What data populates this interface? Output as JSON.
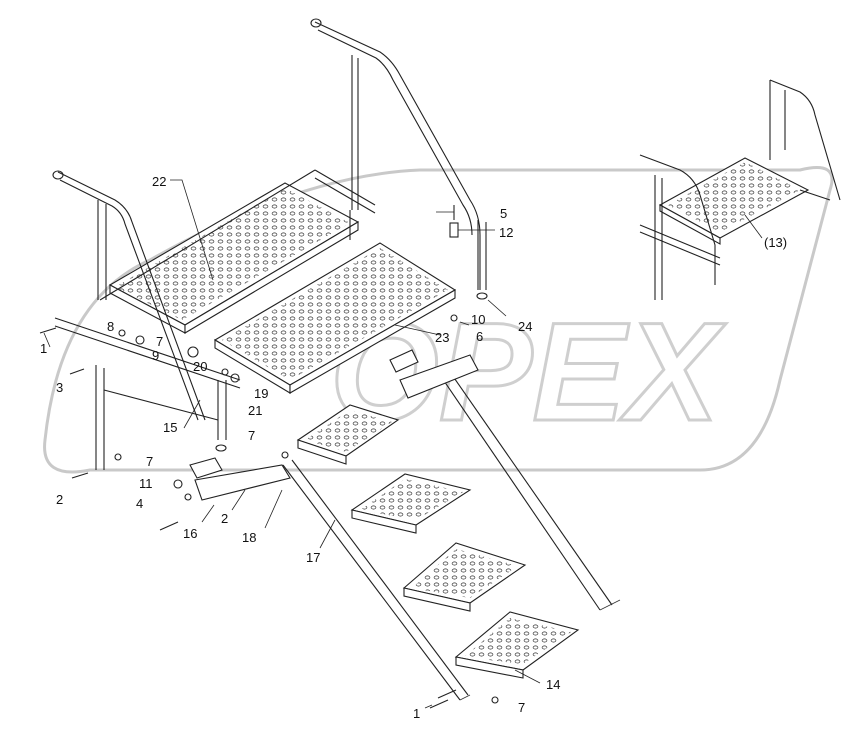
{
  "diagram": {
    "callouts": [
      {
        "id": "c1a",
        "label": "1"
      },
      {
        "id": "c1b",
        "label": "1"
      },
      {
        "id": "c2a",
        "label": "2"
      },
      {
        "id": "c2b",
        "label": "2"
      },
      {
        "id": "c3",
        "label": "3"
      },
      {
        "id": "c4",
        "label": "4"
      },
      {
        "id": "c5",
        "label": "5"
      },
      {
        "id": "c6",
        "label": "6"
      },
      {
        "id": "c7a",
        "label": "7"
      },
      {
        "id": "c7b",
        "label": "7"
      },
      {
        "id": "c7c",
        "label": "7"
      },
      {
        "id": "c7d",
        "label": "7"
      },
      {
        "id": "c8",
        "label": "8"
      },
      {
        "id": "c9",
        "label": "9"
      },
      {
        "id": "c10",
        "label": "10"
      },
      {
        "id": "c11",
        "label": "11"
      },
      {
        "id": "c12",
        "label": "12"
      },
      {
        "id": "c13",
        "label": "(13)"
      },
      {
        "id": "c14",
        "label": "14"
      },
      {
        "id": "c15",
        "label": "15"
      },
      {
        "id": "c16",
        "label": "16"
      },
      {
        "id": "c17",
        "label": "17"
      },
      {
        "id": "c18",
        "label": "18"
      },
      {
        "id": "c19",
        "label": "19"
      },
      {
        "id": "c20",
        "label": "20"
      },
      {
        "id": "c21",
        "label": "21"
      },
      {
        "id": "c22",
        "label": "22"
      },
      {
        "id": "c23",
        "label": "23"
      },
      {
        "id": "c24",
        "label": "24"
      }
    ],
    "watermark": "OPEX",
    "colors": {
      "line": "#222222",
      "watermark": "#c9c9c9",
      "background": "#ffffff"
    }
  }
}
